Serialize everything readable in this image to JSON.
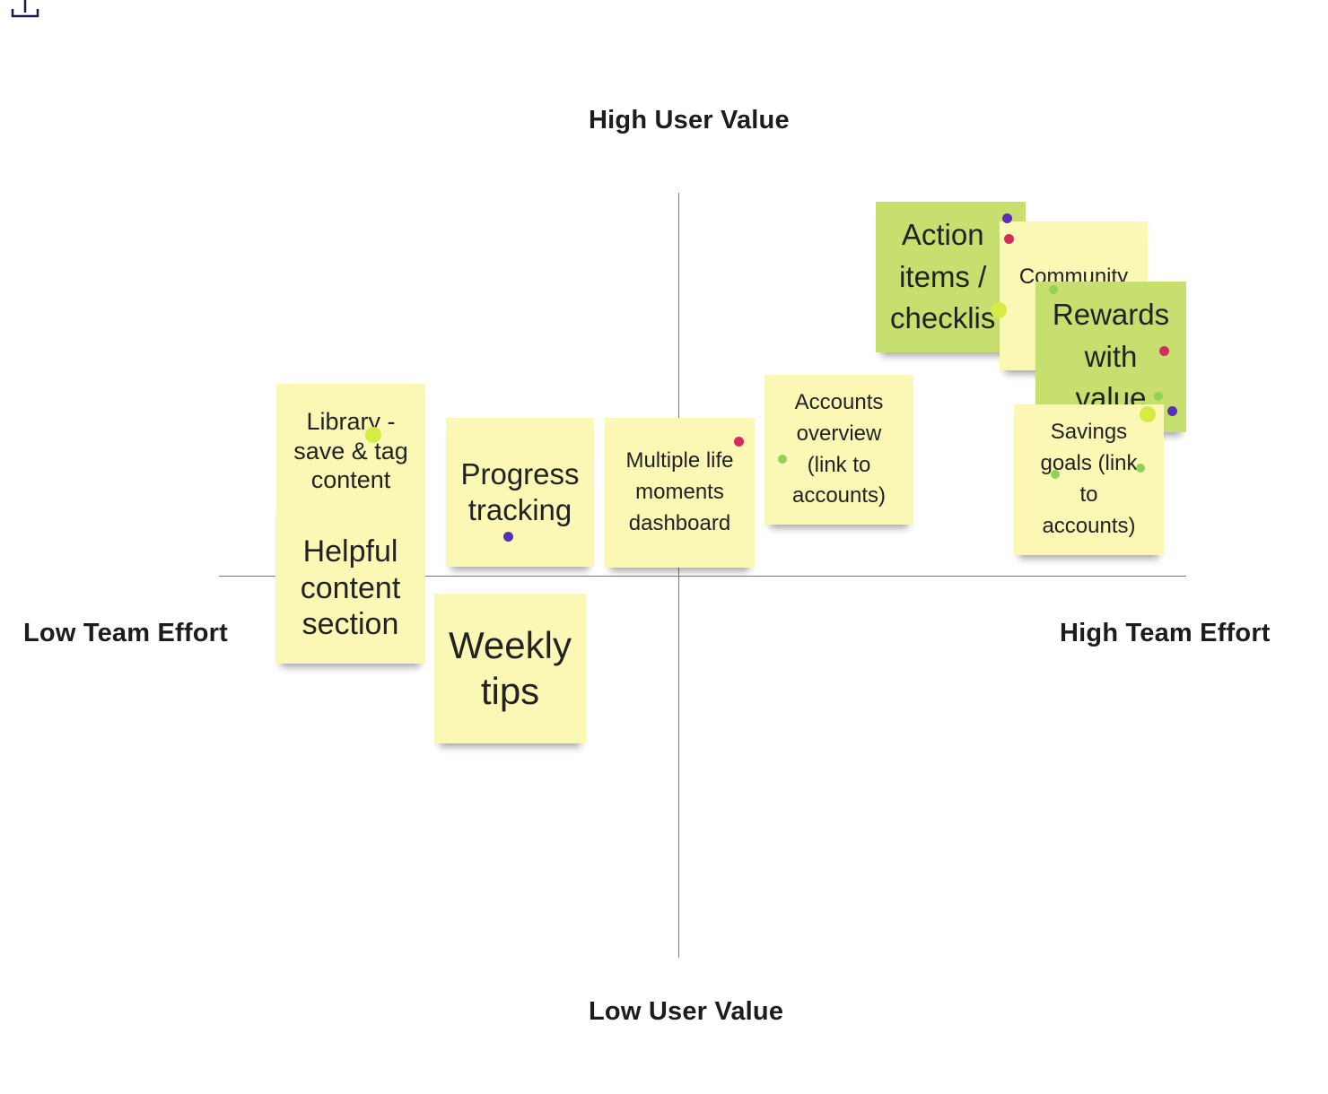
{
  "labels": {
    "top": "High User Value",
    "bottom": "Low User Value",
    "left": "Low Team Effort",
    "right": "High Team Effort"
  },
  "icons": {
    "export": "export-icon"
  },
  "colors": {
    "sticky_yellow": "#fbf8b5",
    "sticky_green": "#c7df6e",
    "dot_purple": "#5b2fb5",
    "dot_pink": "#d52b5d",
    "dot_green": "#8fd15a",
    "dot_lime": "#d6ec45"
  },
  "stickies": [
    {
      "id": "action-items",
      "text": "Action\nitems /\nchecklis"
    },
    {
      "id": "community",
      "text": "Community"
    },
    {
      "id": "rewards",
      "text": "Rewards\nwith\nvalue"
    },
    {
      "id": "savings-goals",
      "text": "Savings\ngoals (link\nto\naccounts)"
    },
    {
      "id": "accounts-overview",
      "text": "Accounts\noverview\n(link to\naccounts)"
    },
    {
      "id": "multiple-life",
      "text": "Multiple life\nmoments\ndashboard"
    },
    {
      "id": "progress-tracking",
      "text": "Progress\ntracking"
    },
    {
      "id": "library",
      "text": "Library -\nsave & tag\ncontent"
    },
    {
      "id": "helpful-content",
      "text": "Helpful\ncontent\nsection"
    },
    {
      "id": "weekly-tips",
      "text": "Weekly\ntips"
    }
  ]
}
